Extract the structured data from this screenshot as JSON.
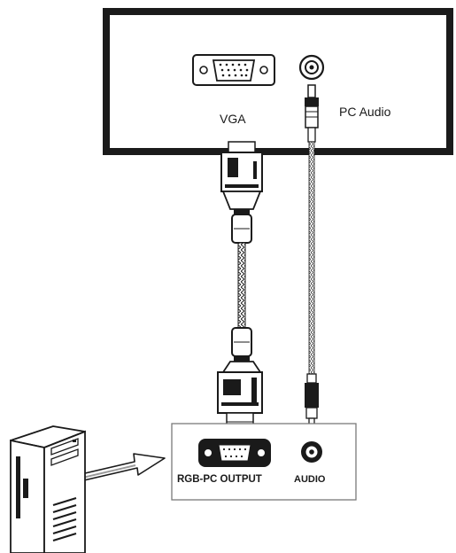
{
  "display_panel": {
    "vga_label": "VGA",
    "audio_label": "PC Audio"
  },
  "source_panel": {
    "vga_label": "RGB-PC OUTPUT",
    "audio_label": "AUDIO"
  },
  "icons": {
    "display_vga_port": "vga-port-icon",
    "display_audio_jack": "audio-jack-icon",
    "vga_cable": "vga-cable-icon",
    "audio_cable": "audio-cable-icon",
    "computer_tower": "computer-tower-icon",
    "pointer_arrow": "arrow-icon"
  }
}
